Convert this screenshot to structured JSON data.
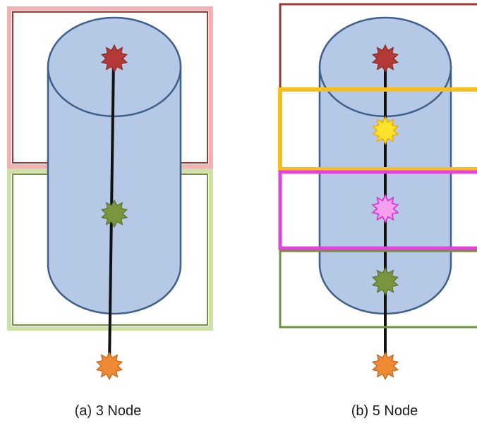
{
  "captions": {
    "left": "(a) 3 Node",
    "right": "(b) 5 Node"
  },
  "colors": {
    "cylinder_fill": "#b5c9e6",
    "cylinder_stroke": "#3e5f8a",
    "axis_line": "#111111",
    "red_box_outer": "#f1b3b1",
    "red_box_inner": "#9b3735",
    "green_box_outer": "#cfe0a8",
    "green_box_inner": "#74923c",
    "yellow_box": "#f7bf1e",
    "magenta_box": "#e540e1",
    "red_node": "#b33a36",
    "green_node": "#79963e",
    "yellow_node": "#ffe32a",
    "yellow_node_stroke": "#f2a900",
    "magenta_node": "#f4a0ef",
    "magenta_node_stroke": "#d938d3",
    "orange_node": "#ef8a33",
    "orange_node_stroke": "#c05f18"
  },
  "diagram": {
    "panels": [
      {
        "id": "a",
        "node_count": 3,
        "partitions": [
          "red",
          "green"
        ],
        "nodes": [
          "red",
          "green",
          "orange"
        ]
      },
      {
        "id": "b",
        "node_count": 5,
        "partitions": [
          "red",
          "yellow",
          "magenta",
          "green"
        ],
        "nodes": [
          "red",
          "yellow",
          "magenta",
          "green",
          "orange"
        ]
      }
    ]
  }
}
